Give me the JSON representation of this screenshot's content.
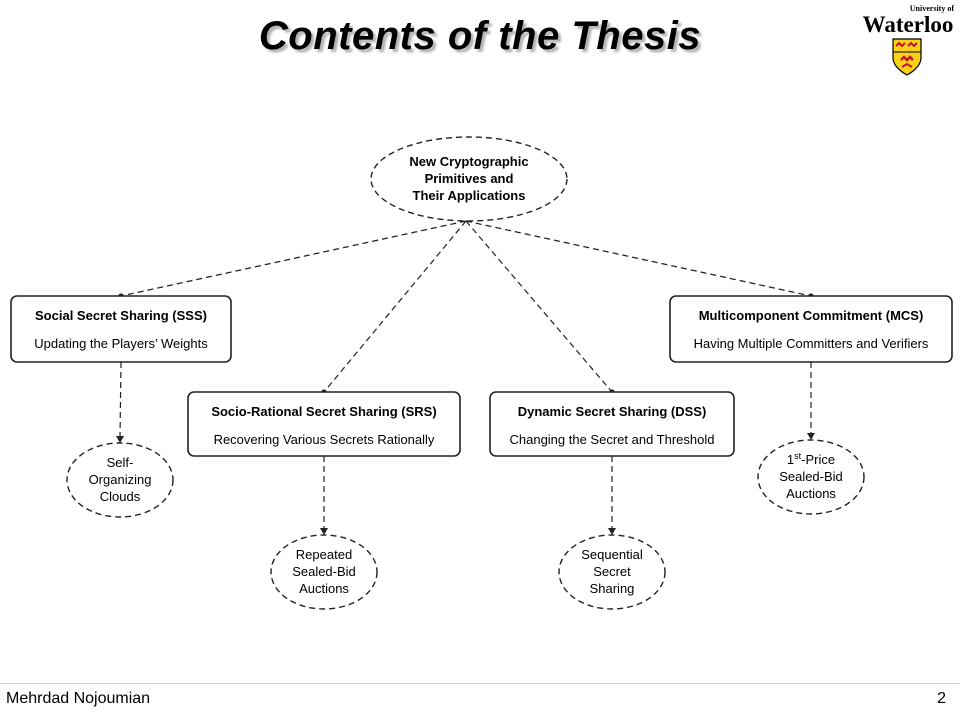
{
  "title": "Contents of the Thesis",
  "logo": {
    "line1": "University of",
    "line2": "Waterloo",
    "colors": {
      "shield": "#f7d117",
      "lion": "#c8102e"
    }
  },
  "diagram": {
    "root": {
      "lines": [
        "New Cryptographic",
        "Primitives and",
        "Their Applications"
      ]
    },
    "boxes": [
      {
        "id": "sss",
        "title": "Social Secret Sharing (SSS)",
        "subtitle": "Updating the Players’ Weights",
        "app": {
          "lines": [
            "Self-",
            "Organizing",
            "Clouds"
          ]
        }
      },
      {
        "id": "srs",
        "title": "Socio-Rational Secret Sharing (SRS)",
        "subtitle": "Recovering Various Secrets Rationally",
        "app": {
          "lines": [
            "Repeated",
            "Sealed-Bid",
            "Auctions"
          ]
        }
      },
      {
        "id": "dss",
        "title": "Dynamic Secret Sharing (DSS)",
        "subtitle": "Changing the Secret and Threshold",
        "app": {
          "lines": [
            "Sequential",
            "Secret",
            "Sharing"
          ]
        }
      },
      {
        "id": "mcs",
        "title": "Multicomponent Commitment (MCS)",
        "subtitle": "Having Multiple Committers and Verifiers",
        "app": {
          "lines": [
            "1st-Price",
            "Sealed-Bid",
            "Auctions"
          ]
        }
      }
    ]
  },
  "footer": {
    "author": "Mehrdad Nojoumian",
    "page": "2"
  }
}
